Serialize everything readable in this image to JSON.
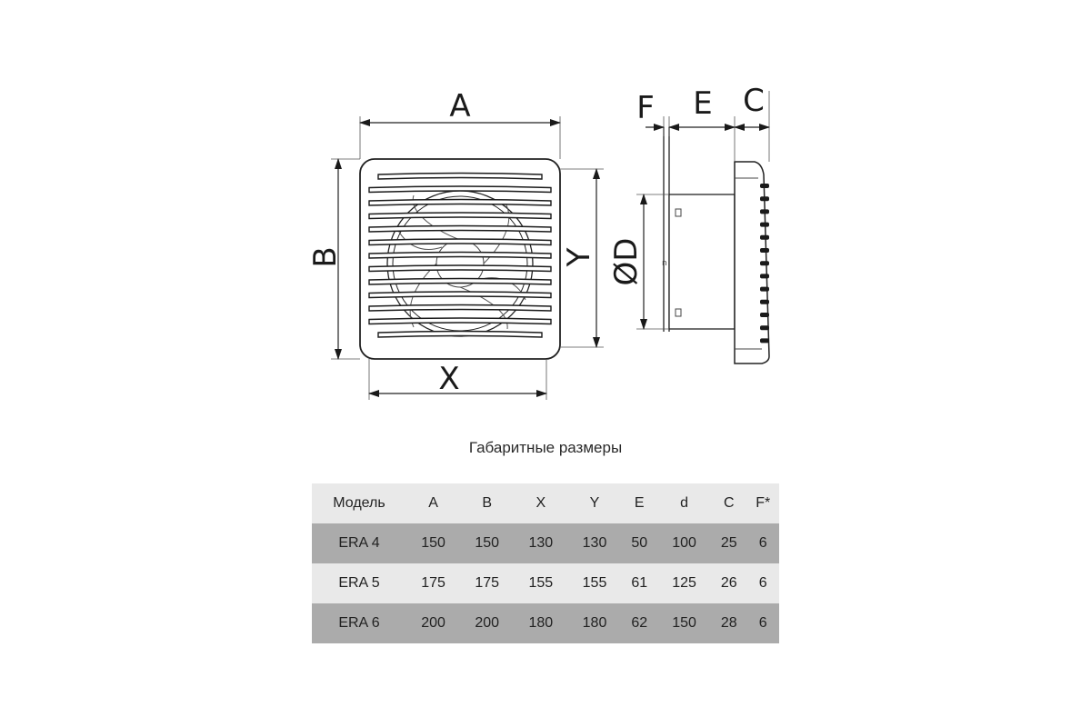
{
  "drawing": {
    "labels": {
      "A": "A",
      "B": "B",
      "X": "X",
      "Y": "Y",
      "D": "ØD",
      "F": "F",
      "E": "E",
      "C": "C"
    }
  },
  "caption": "Габаритные размеры",
  "table": {
    "headers": [
      "Модель",
      "A",
      "B",
      "X",
      "Y",
      "E",
      "d",
      "C",
      "F*"
    ],
    "rows": [
      [
        "ERA 4",
        "150",
        "150",
        "130",
        "130",
        "50",
        "100",
        "25",
        "6"
      ],
      [
        "ERA 5",
        "175",
        "175",
        "155",
        "155",
        "61",
        "125",
        "26",
        "6"
      ],
      [
        "ERA 6",
        "200",
        "200",
        "180",
        "180",
        "62",
        "150",
        "28",
        "6"
      ]
    ]
  }
}
